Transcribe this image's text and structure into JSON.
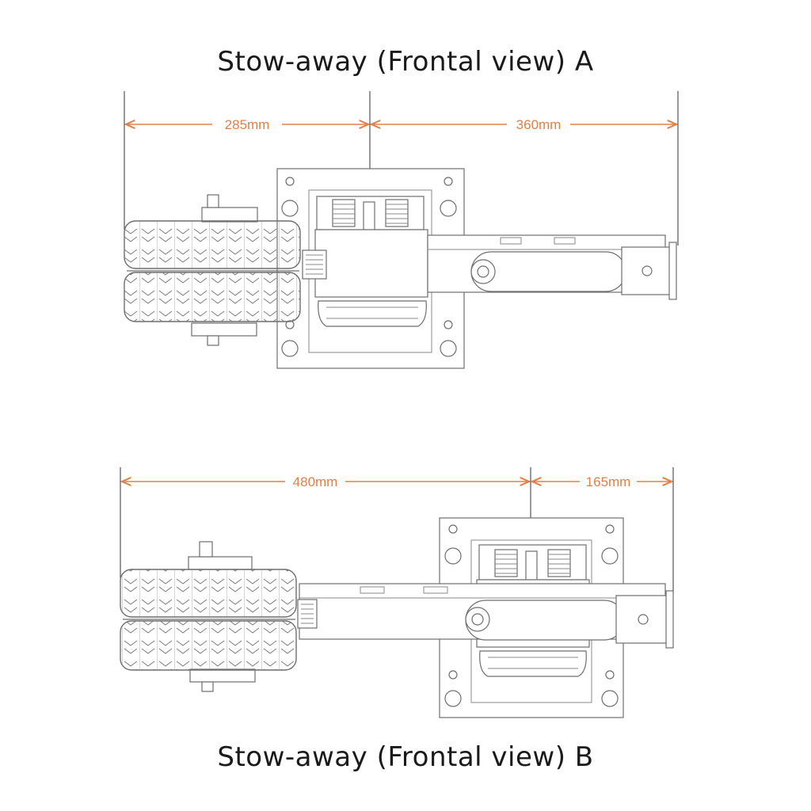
{
  "diagram": {
    "view_a": {
      "title": "Stow-away (Frontal view) A",
      "dim_left": "285mm",
      "dim_right": "360mm"
    },
    "view_b": {
      "title": "Stow-away (Frontal view) B",
      "dim_left": "480mm",
      "dim_right": "165mm"
    },
    "colors": {
      "dimension": "#e0804a",
      "outline": "#6e6e6e",
      "title": "#1a1a1a"
    }
  }
}
